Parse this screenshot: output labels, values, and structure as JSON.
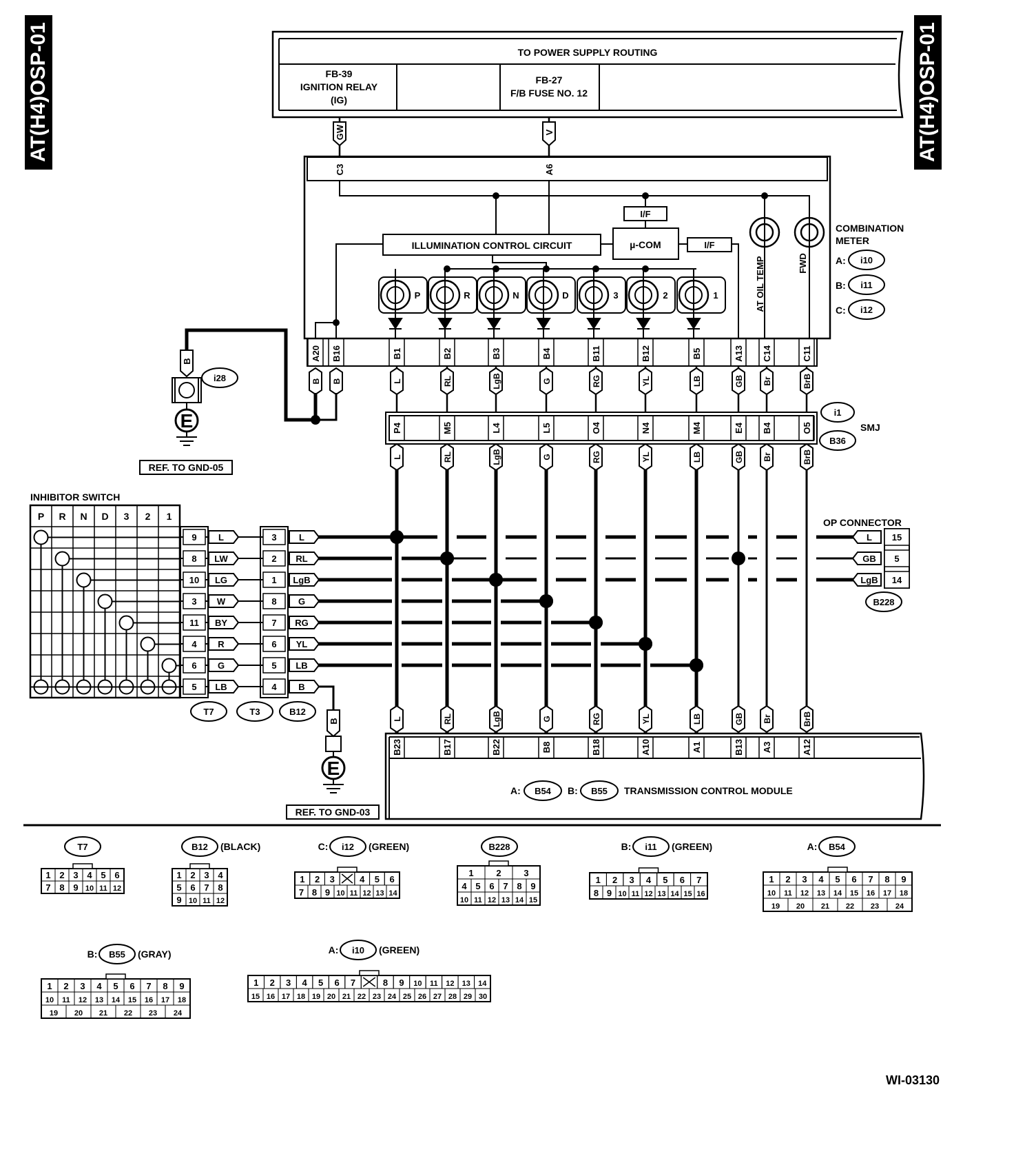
{
  "section_tag": "AT(H4)OSP-01",
  "figure_id": "WI-03130",
  "power": {
    "title": "TO POWER SUPPLY ROUTING",
    "relay": [
      "FB-39",
      "IGNITION RELAY",
      "(IG)"
    ],
    "fuse": [
      "FB-27",
      "F/B FUSE NO. 12"
    ]
  },
  "meter": {
    "title": [
      "COMBINATION",
      "METER"
    ],
    "connectors": [
      {
        "prefix": "A:",
        "id": "i10"
      },
      {
        "prefix": "B:",
        "id": "i11"
      },
      {
        "prefix": "C:",
        "id": "i12"
      }
    ],
    "illum": "ILLUMINATION CONTROL CIRCUIT",
    "ucom": "µ-COM",
    "if_label": "I/F",
    "at_oil_temp": "AT OIL TEMP",
    "fwd": "FWD",
    "top_pins": [
      {
        "pin": "C3",
        "wire": "GW"
      },
      {
        "pin": "A6",
        "wire": "V"
      }
    ],
    "bulbs": [
      "P",
      "R",
      "N",
      "D",
      "3",
      "2",
      "1"
    ],
    "pins": [
      "A20",
      "B16",
      "B1",
      "B2",
      "B3",
      "B4",
      "B11",
      "B12",
      "B5",
      "A13",
      "C14",
      "C11"
    ]
  },
  "ground_upper": {
    "wire": "B",
    "connector": "i28",
    "symbol": "E",
    "ref": "REF. TO GND-05",
    "wires": [
      "B",
      "B"
    ]
  },
  "ground_lower": {
    "wire": "B",
    "symbol": "E",
    "ref": "REF. TO GND-03"
  },
  "smj": {
    "label": "SMJ",
    "connectors": [
      "i1",
      "B36"
    ],
    "pins": [
      "P4",
      "M5",
      "L4",
      "L5",
      "O4",
      "N4",
      "M4",
      "E4",
      "B4",
      "O5"
    ]
  },
  "columns": {
    "wires": [
      "L",
      "RL",
      "LgB",
      "G",
      "RG",
      "YL",
      "LB",
      "GB",
      "Br",
      "BrB"
    ],
    "tcm_pins": [
      "B23",
      "B17",
      "B22",
      "B8",
      "B18",
      "A10",
      "A1",
      "B13",
      "A3",
      "A12"
    ]
  },
  "inhibitor": {
    "title": "INHIBITOR SWITCH",
    "positions": [
      "P",
      "R",
      "N",
      "D",
      "3",
      "2",
      "1"
    ],
    "t7_rows": [
      {
        "pin": "9",
        "wire": "L"
      },
      {
        "pin": "8",
        "wire": "LW"
      },
      {
        "pin": "10",
        "wire": "LG"
      },
      {
        "pin": "3",
        "wire": "W"
      },
      {
        "pin": "11",
        "wire": "BY"
      },
      {
        "pin": "4",
        "wire": "R"
      },
      {
        "pin": "6",
        "wire": "G"
      },
      {
        "pin": "5",
        "wire": "LB"
      }
    ],
    "t3_rows": [
      {
        "pin": "3",
        "wire": "L"
      },
      {
        "pin": "2",
        "wire": "RL"
      },
      {
        "pin": "1",
        "wire": "LgB"
      },
      {
        "pin": "8",
        "wire": "G"
      },
      {
        "pin": "7",
        "wire": "RG"
      },
      {
        "pin": "6",
        "wire": "YL"
      },
      {
        "pin": "5",
        "wire": "LB"
      },
      {
        "pin": "4",
        "wire": "B"
      }
    ],
    "connector_ids": [
      "T7",
      "T3",
      "B12"
    ]
  },
  "op_connector": {
    "title": "OP CONNECTOR",
    "id": "B228",
    "rows": [
      {
        "wire": "L",
        "pin": "15"
      },
      {
        "wire": "GB",
        "pin": "5"
      },
      {
        "wire": "LgB",
        "pin": "14"
      }
    ]
  },
  "tcm": {
    "a_prefix": "A:",
    "a_id": "B54",
    "b_prefix": "B:",
    "b_id": "B55",
    "label": "TRANSMISSION CONTROL MODULE"
  },
  "connector_views": [
    {
      "prefix": "",
      "id": "T7",
      "color": "",
      "rows": [
        [
          "1",
          "2",
          "3",
          "4",
          "5",
          "6"
        ],
        [
          "7",
          "8",
          "9",
          "10",
          "11",
          "12"
        ]
      ]
    },
    {
      "prefix": "",
      "id": "B12",
      "color": "(BLACK)",
      "rows": [
        [
          "1",
          "2",
          "3",
          "4"
        ],
        [
          "5",
          "6",
          "7",
          "8"
        ],
        [
          "9",
          "10",
          "11",
          "12"
        ]
      ]
    },
    {
      "prefix": "C:",
      "id": "i12",
      "color": "(GREEN)",
      "rows": [
        [
          "1",
          "2",
          "3",
          "",
          "4",
          "5",
          "6"
        ],
        [
          "7",
          "8",
          "9",
          "10",
          "11",
          "12",
          "13",
          "14"
        ]
      ]
    },
    {
      "prefix": "",
      "id": "B228",
      "color": "",
      "rows": [
        [
          "1",
          "2",
          "3"
        ],
        [
          "4",
          "5",
          "6",
          "7",
          "8",
          "9"
        ],
        [
          "10",
          "11",
          "12",
          "13",
          "14",
          "15"
        ]
      ]
    },
    {
      "prefix": "B:",
      "id": "i11",
      "color": "(GREEN)",
      "rows": [
        [
          "1",
          "2",
          "3",
          "4",
          "5",
          "6",
          "7"
        ],
        [
          "8",
          "9",
          "10",
          "11",
          "12",
          "13",
          "14",
          "15",
          "16"
        ]
      ]
    },
    {
      "prefix": "A:",
      "id": "B54",
      "color": "",
      "rows": [
        [
          "1",
          "2",
          "3",
          "4",
          "5",
          "6",
          "7",
          "8",
          "9"
        ],
        [
          "10",
          "11",
          "12",
          "13",
          "14",
          "15",
          "16",
          "17",
          "18"
        ],
        [
          "19",
          "20",
          "21",
          "22",
          "23",
          "24"
        ]
      ]
    },
    {
      "prefix": "B:",
      "id": "B55",
      "color": "(GRAY)",
      "rows": [
        [
          "1",
          "2",
          "3",
          "4",
          "5",
          "6",
          "7",
          "8",
          "9"
        ],
        [
          "10",
          "11",
          "12",
          "13",
          "14",
          "15",
          "16",
          "17",
          "18"
        ],
        [
          "19",
          "20",
          "21",
          "22",
          "23",
          "24"
        ]
      ]
    },
    {
      "prefix": "A:",
      "id": "i10",
      "color": "(GREEN)",
      "rows": [
        [
          "1",
          "2",
          "3",
          "4",
          "5",
          "6",
          "7",
          "",
          "8",
          "9",
          "10",
          "11",
          "12",
          "13",
          "14"
        ],
        [
          "15",
          "16",
          "17",
          "18",
          "19",
          "20",
          "21",
          "22",
          "23",
          "24",
          "25",
          "26",
          "27",
          "28",
          "29",
          "30"
        ]
      ]
    }
  ]
}
